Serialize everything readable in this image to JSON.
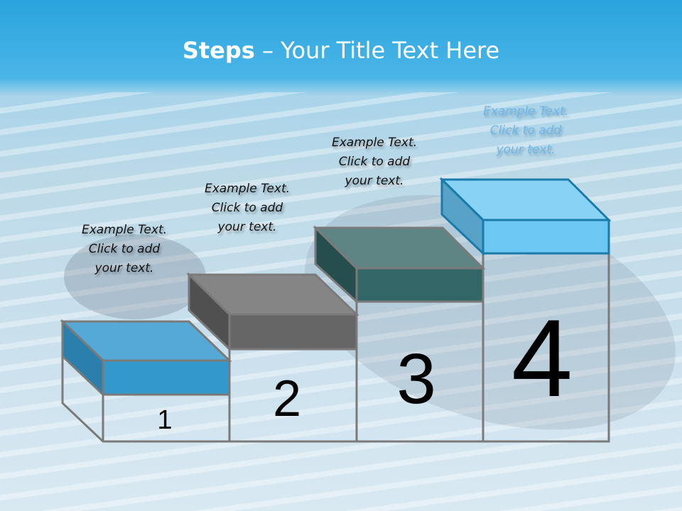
{
  "title": {
    "bold": "Steps",
    "rest": " – Your Title Text Here"
  },
  "steps": [
    {
      "number": "1",
      "line1": "Example Text.",
      "line2": "Click  to add",
      "line3": "your text.",
      "color": "#3399cc"
    },
    {
      "number": "2",
      "line1": "Example Text.",
      "line2": "Click  to add",
      "line3": "your text.",
      "color": "#666666"
    },
    {
      "number": "3",
      "line1": "Example Text.",
      "line2": "Click  to add",
      "line3": "your text.",
      "color": "#336666"
    },
    {
      "number": "4",
      "line1": "Example Text.",
      "line2": "Click  to add",
      "line3": "your text.",
      "color": "#66ccf5"
    }
  ]
}
